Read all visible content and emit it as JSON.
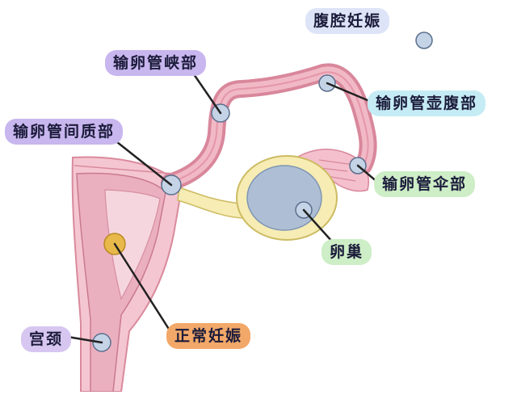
{
  "labels": {
    "abdominal_pregnancy": "腹腔妊娠",
    "isthmic": "输卵管峡部",
    "interstitial": "输卵管间质部",
    "ampullary": "输卵管壶腹部",
    "fimbrial": "输卵管伞部",
    "ovary": "卵巢",
    "normal_pregnancy": "正常妊娠",
    "cervix": "宫颈"
  },
  "colors": {
    "abdominal_pregnancy": "#dde4f7",
    "isthmic": "#c8b6ee",
    "interstitial": "#c8b6ee",
    "ampullary": "#c5ecf5",
    "fimbrial": "#cdeec6",
    "ovary": "#cdeec6",
    "normal_pregnancy": "#f2a869",
    "cervix": "#d6c6f0",
    "uterus": "#f2bfcc",
    "tube": "#efa7b6",
    "ovary_fill": "#b3c3d6",
    "embryo": "#e8b84a",
    "site": "#c4d3e6"
  }
}
